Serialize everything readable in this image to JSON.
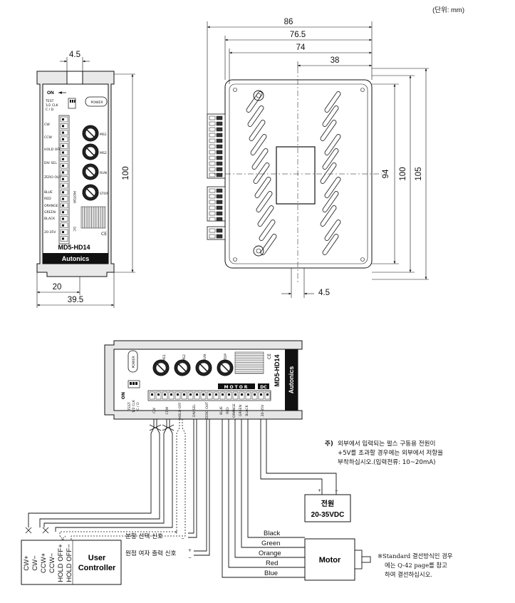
{
  "unit_note": "(단위: mm)",
  "front_view": {
    "dim_tab": "4.5",
    "dim_inner_width": "20",
    "dim_total_width": "39.5",
    "dim_height": "100",
    "on_label": "ON",
    "test_label": "TEST",
    "clk_label": "1/2 CLK",
    "cd_label": "C / D",
    "power_label": "POWER",
    "terminals": [
      "CW",
      "CCW",
      "HOLD OFF",
      "DIV SEL",
      "ZERO OUT",
      "BLUE",
      "RED",
      "ORANGE",
      "GREEN",
      "BLACK",
      "20-35V"
    ],
    "knobs": [
      "MS1",
      "MS2",
      "RUN",
      "STOP"
    ],
    "motor_label": "MOTOR",
    "dc_label": "DC",
    "ce_label": "CE",
    "model": "MD5-HD14",
    "brand": "Autonics"
  },
  "side_view": {
    "dim_86": "86",
    "dim_76_5": "76.5",
    "dim_74": "74",
    "dim_38": "38",
    "dim_94": "94",
    "dim_100": "100",
    "dim_105": "105",
    "dim_4_5": "4.5"
  },
  "wiring": {
    "driver_model": "MD5-HD14",
    "brand": "Autonics",
    "power_label": "POWER",
    "knobs": [
      "MS1",
      "MS2",
      "RUN",
      "STOP"
    ],
    "motor_label": "MOTOR",
    "dc_label": "DC",
    "on_label": "ON",
    "test_label": "TEST",
    "clk_label": "1/2 CLK",
    "cd_label": "C / D",
    "terminals": [
      "CW",
      "CCW",
      "HOLD OFF",
      "DIV SEL",
      "ZERO OUT",
      "BLUE",
      "RED",
      "ORANGE",
      "GREEN",
      "BLACK",
      "20-35V"
    ],
    "note_prefix": "주)",
    "note_lines": [
      "외부에서 입력되는 펄스 구동용 전원이",
      "+5V를 초과할 경우에는 외부에서 저항을",
      "부착하십시오.(입력전류: 10~20mA)"
    ],
    "power_supply_plus": "+",
    "power_supply_minus": "−",
    "power_supply_title": "전원",
    "power_supply_range": "20-35VDC",
    "controller_pins": [
      "CW+",
      "CW−",
      "CCW+",
      "CCW−",
      "HOLD OFF+",
      "HOLD OFF−"
    ],
    "controller_title_1": "User",
    "controller_title_2": "Controller",
    "div_select_label": "분할 선택 신호",
    "zero_output_label": "원점 여자 출력 신호",
    "plus_sign": "+",
    "minus_sign": "−",
    "motor_wires": [
      "Black",
      "Green",
      "Orange",
      "Red",
      "Blue"
    ],
    "motor_title": "Motor",
    "standard_note_lines": [
      "※Standard 결선방식인 경우",
      "에는 Q-42 page를 참고",
      "하여 결선하십시오."
    ]
  }
}
